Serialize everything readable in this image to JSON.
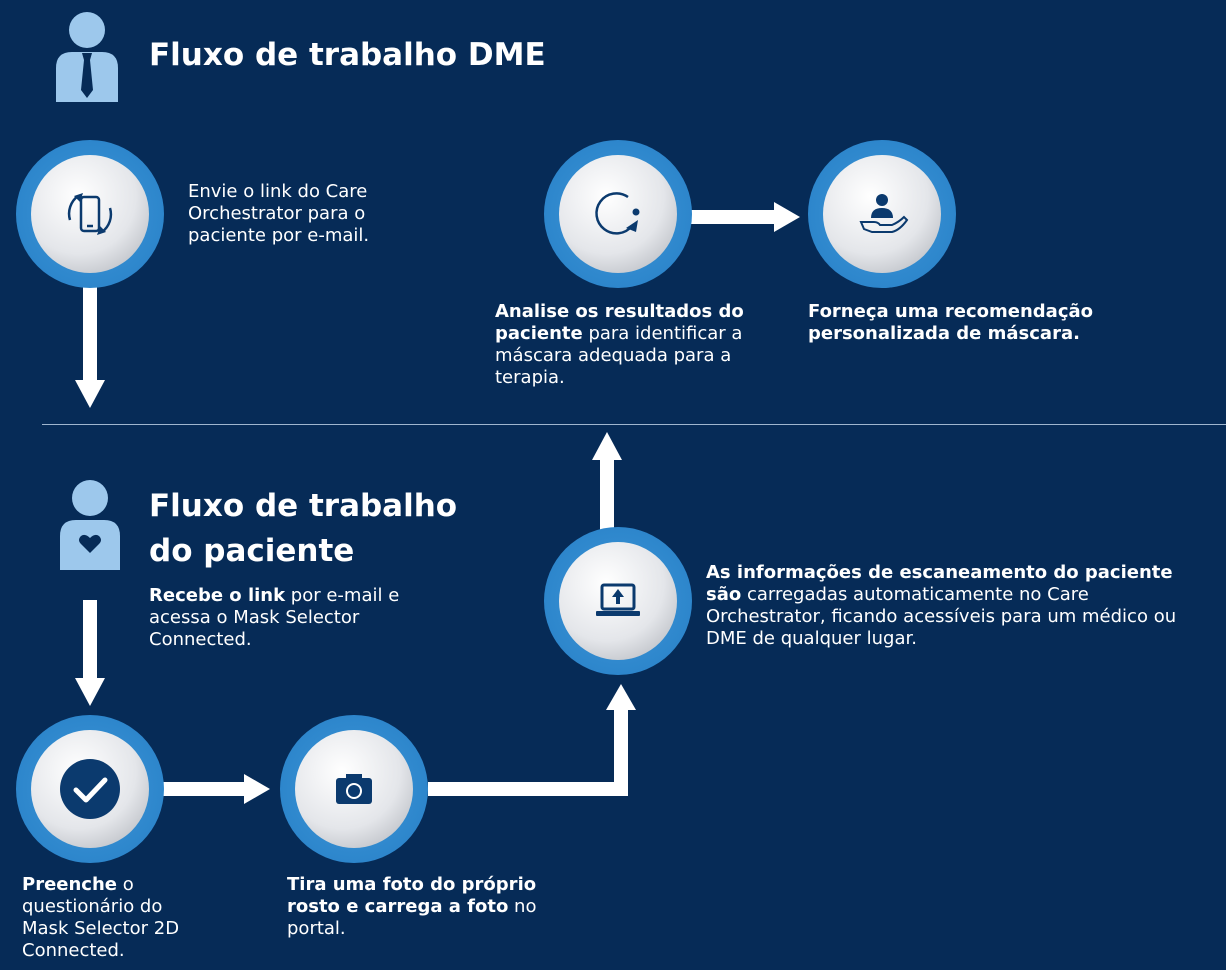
{
  "dme": {
    "heading": "Fluxo de trabalho DME",
    "step1": {
      "text": "Envie o link do Care Orchestrator para o paciente por e-mail."
    },
    "step2": {
      "bold": "Analise os resultados do paciente",
      "rest": " para identificar a máscara adequada para a terapia."
    },
    "step3": {
      "bold": "Forneça uma recomendação personalizada de máscara."
    }
  },
  "patient": {
    "heading": "Fluxo de trabalho do paciente",
    "intro": {
      "bold": "Recebe o link",
      "rest": " por e-mail e acessa o Mask Selector Connected."
    },
    "step1": {
      "bold": "Preenche",
      "rest": " o questionário do Mask Selector 2D Connected."
    },
    "step2": {
      "bold": "Tira uma foto do próprio rosto e carrega a foto",
      "rest": " no portal."
    },
    "step3": {
      "bold": "As informações de escaneamento do paciente são",
      "rest": " carregadas automaticamente no Care Orchestrator, ficando acessíveis para um médico ou DME de qualquer lugar."
    }
  },
  "colors": {
    "background": "#062b57",
    "ring": "#2d86cc",
    "icon": "#0b3a6e",
    "text": "#ffffff"
  },
  "icons": [
    "businessman-icon",
    "phone-sync-icon",
    "refresh-icon",
    "hand-person-icon",
    "patient-heart-icon",
    "checkmark-icon",
    "camera-icon",
    "laptop-upload-icon"
  ]
}
